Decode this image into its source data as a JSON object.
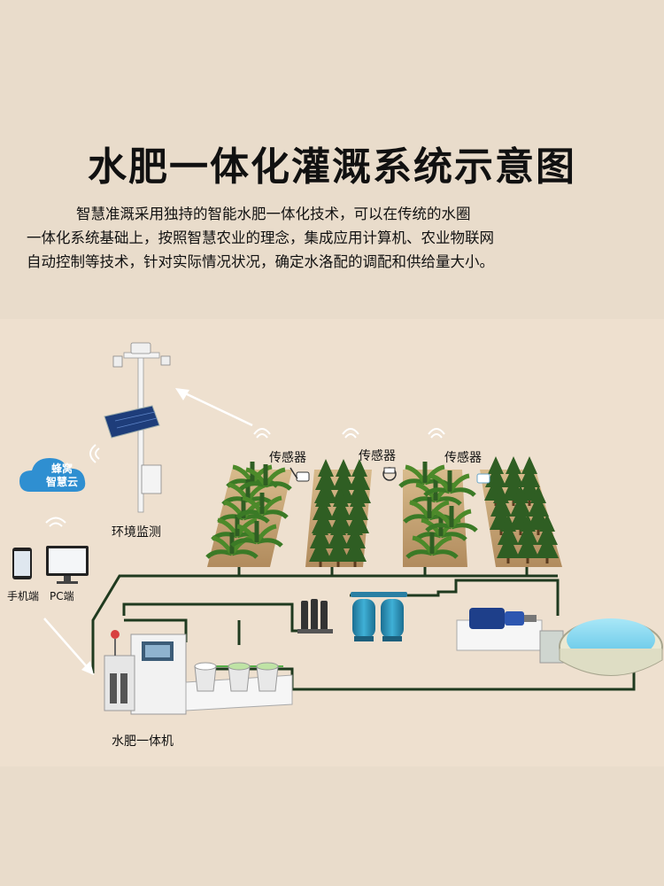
{
  "title": "水肥一体化灌溉系统示意图",
  "description": [
    "智慧准溉采用独持的智能水肥一体化技术，可以在传统的水圈",
    "一体化系统基础上，按照智慧农业的理念，集成应用计算机、农业物联网",
    "自动控制等技术，针对实际情况状况，确定水洛配的调配和供给量大小。"
  ],
  "labels": {
    "sensor_1": "传感器",
    "sensor_2": "传感器",
    "sensor_3": "传感器",
    "env_monitor": "环境监测",
    "cloud_line1": "蜂窝",
    "cloud_line2": "智慧云",
    "mobile": "手机端",
    "pc": "PC端",
    "fertigation_machine": "水肥一体机"
  },
  "colors": {
    "background": "#e9dccb",
    "pipe": "#1f3a1f",
    "plant_dark": "#2f5e23",
    "plant_light": "#4c8a2a",
    "soil": "#c9a87a",
    "tank_blue": "#2a8fb3",
    "pool_water": "#7fd6ef"
  }
}
